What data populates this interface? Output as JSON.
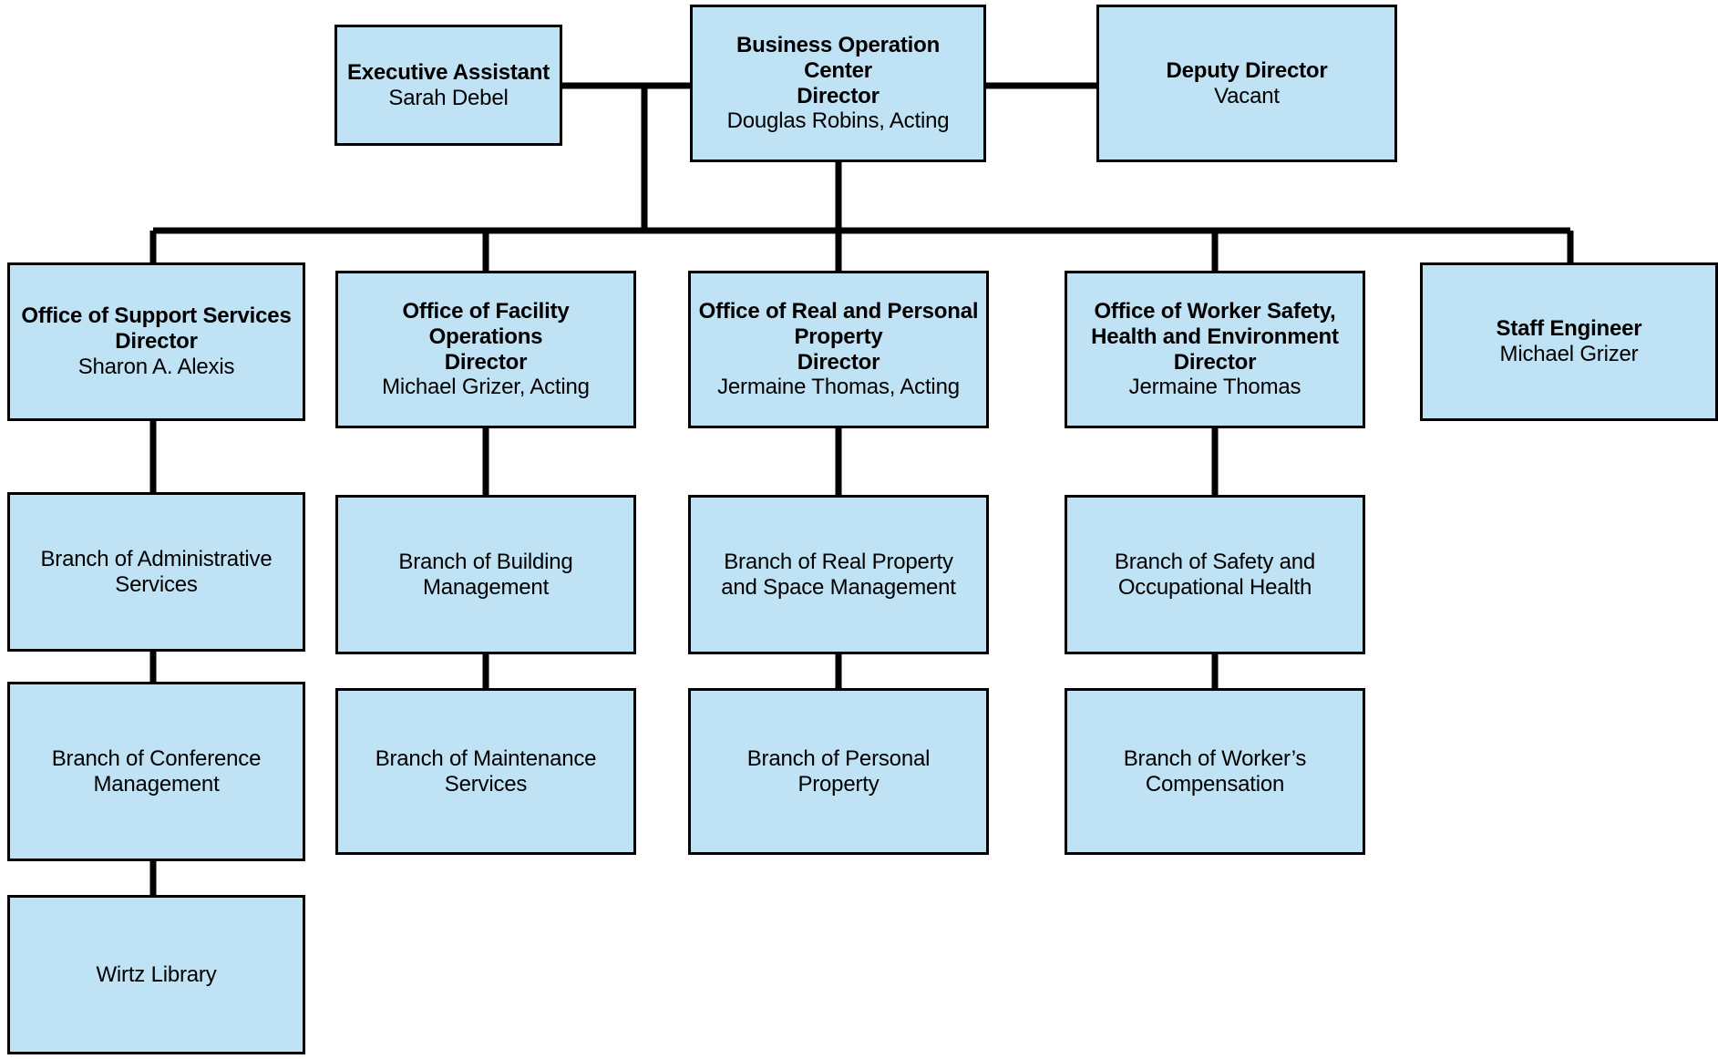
{
  "chart": {
    "kind": "organizational-chart",
    "background_color": "#ffffff",
    "node_fill_color": "#bfe2f4",
    "node_border_color": "#000000",
    "connector_color": "#000000"
  },
  "nodes": {
    "executive_assistant": {
      "title": "Executive Assistant",
      "subtitle": "Sarah Debel"
    },
    "business_operation_center": {
      "title_line1": "Business Operation Center",
      "title_line2": "Director",
      "subtitle": "Douglas Robins, Acting"
    },
    "deputy_director": {
      "title": "Deputy Director",
      "subtitle": "Vacant"
    },
    "office_support_services": {
      "title_line1": "Office of Support Services",
      "title_line2": "Director",
      "subtitle": "Sharon A. Alexis"
    },
    "office_facility_operations": {
      "title_line1": "Office of Facility Operations",
      "title_line2": "Director",
      "subtitle": "Michael Grizer, Acting"
    },
    "office_real_personal_property": {
      "title_line1": "Office of Real and Personal",
      "title_line2": "Property",
      "title_line3": "Director",
      "subtitle": "Jermaine Thomas, Acting"
    },
    "office_worker_safety": {
      "title_line1": "Office of Worker Safety,",
      "title_line2": "Health and Environment",
      "title_line3": "Director",
      "subtitle": "Jermaine Thomas"
    },
    "staff_engineer": {
      "title": "Staff Engineer",
      "subtitle": "Michael Grizer"
    },
    "branch_administrative_services": {
      "line1": "Branch of Administrative",
      "line2": "Services"
    },
    "branch_conference_management": {
      "line1": "Branch of Conference",
      "line2": "Management"
    },
    "wirtz_library": {
      "line1": "Wirtz Library"
    },
    "branch_building_management": {
      "line1": "Branch of Building",
      "line2": "Management"
    },
    "branch_maintenance_services": {
      "line1": "Branch of Maintenance",
      "line2": "Services"
    },
    "branch_real_property_space": {
      "line1": "Branch of Real Property",
      "line2": "and Space Management"
    },
    "branch_personal_property": {
      "line1": "Branch of Personal",
      "line2": "Property"
    },
    "branch_safety_occupational_health": {
      "line1": "Branch of Safety and",
      "line2": "Occupational Health"
    },
    "branch_workers_compensation": {
      "line1": "Branch of Worker’s",
      "line2": "Compensation"
    }
  }
}
